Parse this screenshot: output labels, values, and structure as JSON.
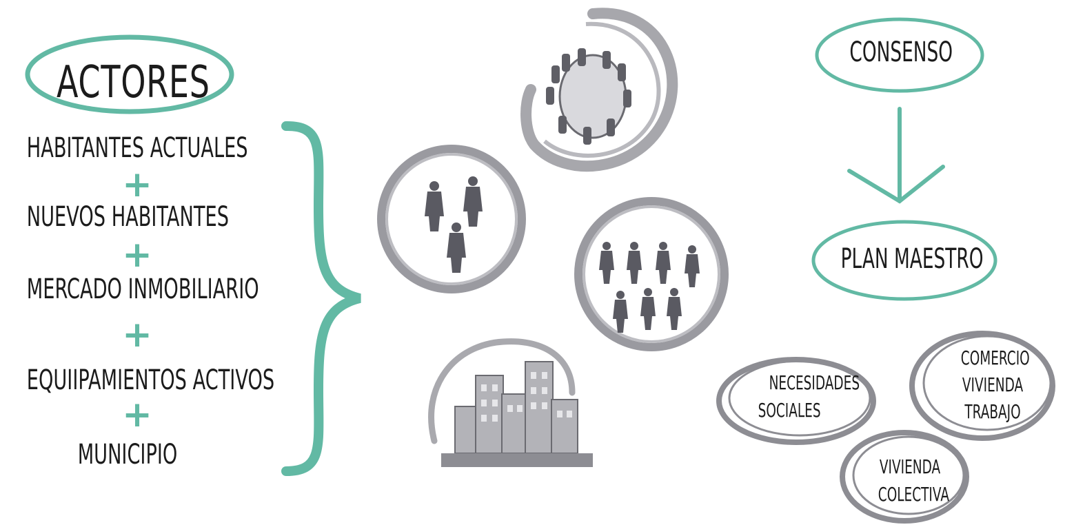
{
  "diagram": {
    "actors": {
      "title": "ACTORES",
      "items": [
        "HABITANTES ACTUALES",
        "NUEVOS HABITANTES",
        "MERCADO INMOBILIARIO",
        "EQUIIPAMIENTOS ACTIVOS",
        "MUNICIPIO"
      ],
      "separator": "+"
    },
    "process": {
      "top": "CONSENSO",
      "bottom": "PLAN MAESTRO"
    },
    "outcomes": {
      "social_line1": "NECESIDADES",
      "social_line2": "SOCIALES",
      "mixed_line1": "COMERCIO",
      "mixed_line2": "VIVIENDA",
      "mixed_line3": "TRABAJO",
      "housing_line1": "VIVIENDA",
      "housing_line2": "COLECTIVA"
    },
    "colors": {
      "accent": "#62b9a4",
      "text": "#1b1b1b",
      "sketch": "#9a9aa0",
      "sketch_dark": "#5f5f66"
    }
  }
}
